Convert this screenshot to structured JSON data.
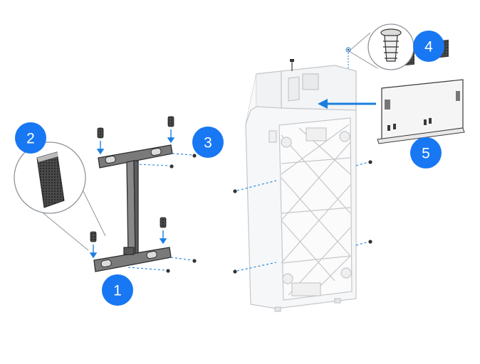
{
  "callouts": [
    {
      "id": "1",
      "label": "1"
    },
    {
      "id": "2",
      "label": "2"
    },
    {
      "id": "3",
      "label": "3"
    },
    {
      "id": "4",
      "label": "4"
    },
    {
      "id": "5",
      "label": "5"
    }
  ],
  "colors": {
    "callout": "#1877f2",
    "arrow": "#1b7fe0",
    "line": "#9aa0a6",
    "part": "#3a3a3a",
    "panel_stroke": "#c4c7cb"
  }
}
